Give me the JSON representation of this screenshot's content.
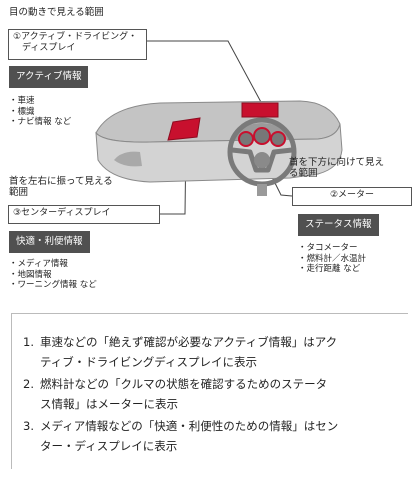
{
  "top": {
    "heading": "目の動きで見える範囲",
    "callout": [
      "①アクティブ・ドライビング・",
      "ディスプレイ"
    ],
    "category": "アクティブ情報",
    "items": [
      "・車速",
      "・標識",
      "・ナビ情報 など"
    ]
  },
  "meter": {
    "heading": [
      "首を下方に向けて見え",
      "る範囲"
    ],
    "callout": "②メーター",
    "category": "ステータス情報",
    "items": [
      "・タコメーター",
      "・燃料計／水温計",
      "・走行距離 など"
    ]
  },
  "center": {
    "heading": [
      "首を左右に振って見える",
      "範囲"
    ],
    "callout": "③センターディスプレイ",
    "category": "快適・利便情報",
    "items": [
      "・メディア情報",
      "・地図情報",
      "・ワーニング情報 など"
    ]
  },
  "notes": {
    "items": [
      {
        "num": "1.",
        "lines": [
          "車速などの「絶えず確認が必要なアクティブ情報」はアク",
          "ティブ・ドライビングディスプレイに表示"
        ]
      },
      {
        "num": "2.",
        "lines": [
          "燃料計などの「クルマの状態を確認するためのステータ",
          "ス情報」はメーターに表示"
        ]
      },
      {
        "num": "3.",
        "lines": [
          "メディア情報などの「快適・利便性のための情報」はセン",
          "ター・ディスプレイに表示"
        ]
      }
    ]
  },
  "colors": {
    "accent_red": "#c8102e",
    "label_bg": "#505050",
    "dashboard_gray": "#b9b9b9"
  }
}
